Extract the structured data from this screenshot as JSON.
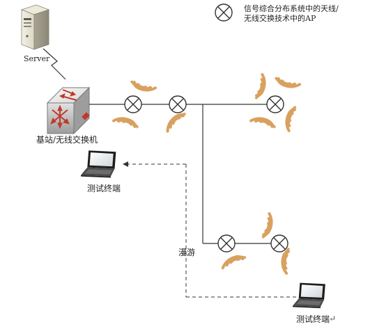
{
  "legend": {
    "line1": "信号综合分布系统中的天线/",
    "line2": "无线交换技术中的AP"
  },
  "labels": {
    "server": "Server",
    "base_station": "基站/无线交换机",
    "terminal_1": "测试终端",
    "terminal_2": "测试终端",
    "roaming": "漫游"
  },
  "icons": {
    "ap": "circle-x-icon",
    "server": "server-tower-icon",
    "switch": "network-switch-icon",
    "laptop": "laptop-icon",
    "signal": "signal-wave-icon",
    "return": "return-arrow-icon"
  },
  "colors": {
    "signal": "#d9a15f",
    "switch_arrows": "#c0392b",
    "line": "#333333"
  },
  "return_mark": "↵"
}
